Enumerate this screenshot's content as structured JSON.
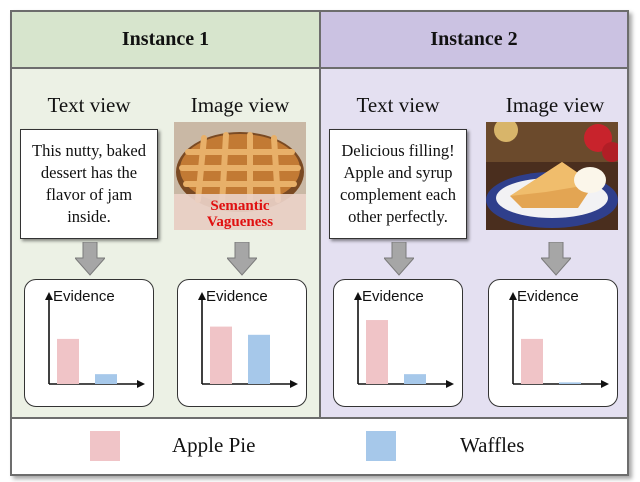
{
  "colors": {
    "instance_1_header": "#d7e5cd",
    "instance_1_body": "#ecf1e5",
    "instance_2_header": "#cbc2e2",
    "instance_2_body": "#e4e0f1",
    "apple_pie": "#f0c4c7",
    "waffles": "#a6c8ea",
    "arrow": "#a6a6a6",
    "vagueness_text": "#e01010"
  },
  "instances": [
    {
      "title": "Instance 1",
      "text_view_label": "Text view",
      "image_view_label": "Image view",
      "text_lines": [
        "This nutty, baked",
        "dessert has the",
        "flavor of jam",
        "inside."
      ],
      "image_icon": "lattice-pie-image",
      "image_overlay_lines": [
        "Semantic",
        "Vagueness"
      ],
      "text_chart": {
        "ylabel": "Evidence",
        "values": {
          "apple_pie": 0.55,
          "waffles": 0.12
        }
      },
      "image_chart": {
        "ylabel": "Evidence",
        "values": {
          "apple_pie": 0.7,
          "waffles": 0.6
        }
      }
    },
    {
      "title": "Instance 2",
      "text_view_label": "Text view",
      "image_view_label": "Image view",
      "text_lines": [
        "Delicious filling!",
        "Apple and syrup",
        "complement each",
        "other perfectly."
      ],
      "image_icon": "apple-pie-slice-image",
      "image_overlay_lines": [],
      "text_chart": {
        "ylabel": "Evidence",
        "values": {
          "apple_pie": 0.78,
          "waffles": 0.12
        }
      },
      "image_chart": {
        "ylabel": "Evidence",
        "values": {
          "apple_pie": 0.55,
          "waffles": 0.02
        }
      }
    }
  ],
  "legend": [
    {
      "key": "apple_pie",
      "label": "Apple Pie"
    },
    {
      "key": "waffles",
      "label": "Waffles"
    }
  ]
}
